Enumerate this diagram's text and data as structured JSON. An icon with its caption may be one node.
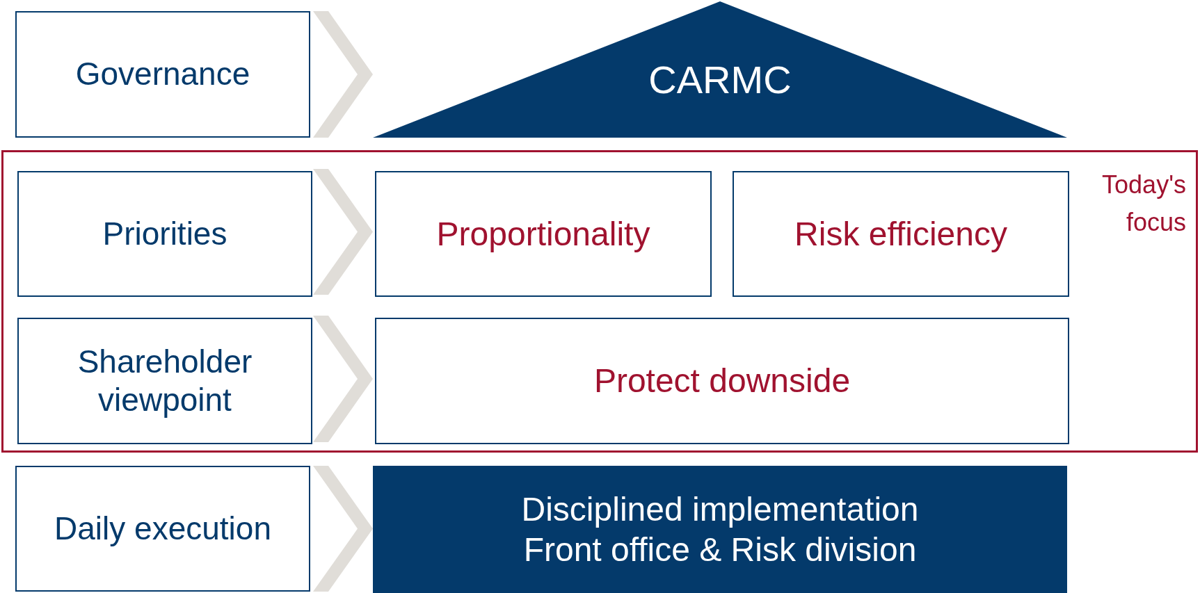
{
  "diagram": {
    "nodes": [
      {
        "text": [
          "Governance"
        ]
      },
      {
        "text": [
          "CARMC"
        ]
      },
      {
        "text": [
          "Today's focus"
        ]
      },
      {
        "text": [
          "Priorities"
        ],
        "in": 2
      },
      {
        "text": [
          "Proportionality"
        ],
        "in": 2
      },
      {
        "text": [
          "Risk efficiency"
        ],
        "in": 2
      },
      {
        "text": [
          "Shareholder viewpoint"
        ],
        "in": 2
      },
      {
        "text": [
          "Protect downside"
        ],
        "in": 2
      },
      {
        "text": [
          "Daily execution"
        ]
      },
      {
        "text": [
          "Disciplined implementation",
          "Front office  &  Risk division"
        ]
      }
    ],
    "edges": [
      {
        "from": 0,
        "to": 1,
        "arrow": "to"
      },
      {
        "from": 3,
        "to": 4,
        "arrow": "to"
      },
      {
        "from": 6,
        "to": 7,
        "arrow": "to"
      },
      {
        "from": 8,
        "to": 9,
        "arrow": "to"
      }
    ]
  }
}
